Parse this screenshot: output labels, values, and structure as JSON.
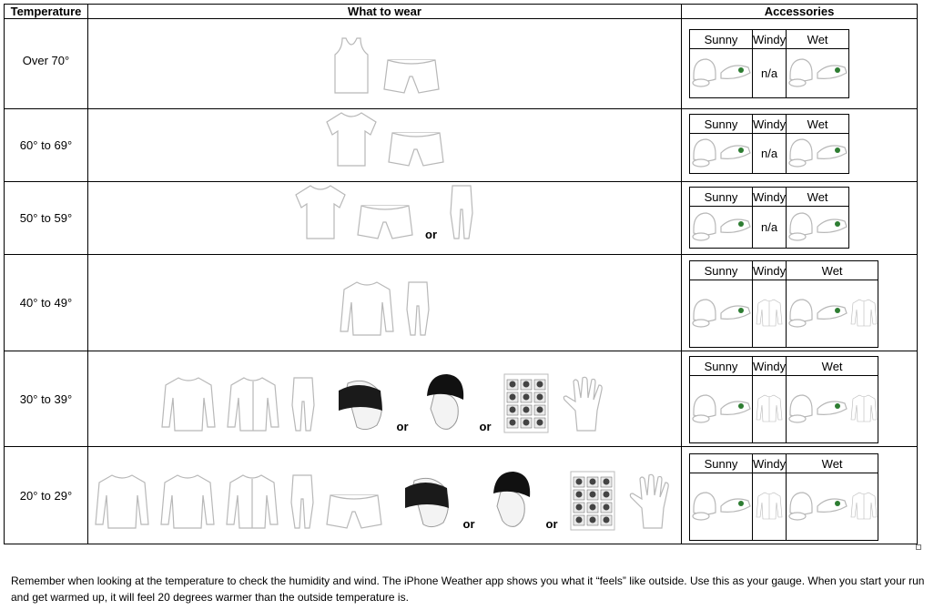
{
  "headers": {
    "temperature": "Temperature",
    "what_to_wear": "What to wear",
    "accessories": "Accessories"
  },
  "accessory_columns": [
    "Sunny",
    "Windy",
    "Wet"
  ],
  "or_label": "or",
  "na_label": "n/a",
  "rows": [
    {
      "temp": "Over 70°",
      "wear": [
        "tank-top-icon",
        "shorts-icon"
      ],
      "acc": {
        "sunny": [
          "cap-icon",
          "visor-icon"
        ],
        "windy": "n/a",
        "wet": [
          "cap-icon",
          "visor-icon"
        ]
      }
    },
    {
      "temp": "60° to 69°",
      "wear": [
        "tshirt-icon",
        "shorts-icon"
      ],
      "acc": {
        "sunny": [
          "cap-icon",
          "visor-icon"
        ],
        "windy": "n/a",
        "wet": [
          "cap-icon",
          "visor-icon"
        ]
      }
    },
    {
      "temp": "50° to 59°",
      "wear": [
        "tshirt-icon",
        "shorts-icon",
        "or",
        "tights-icon"
      ],
      "acc": {
        "sunny": [
          "cap-icon",
          "visor-icon"
        ],
        "windy": "n/a",
        "wet": [
          "cap-icon",
          "visor-icon"
        ]
      }
    },
    {
      "temp": "40° to 49°",
      "wear": [
        "long-sleeve-icon",
        "tights-icon"
      ],
      "acc": {
        "sunny": [
          "cap-icon",
          "visor-icon"
        ],
        "windy": [
          "jacket-icon"
        ],
        "wet": [
          "cap-icon",
          "visor-icon",
          "jacket-icon"
        ]
      }
    },
    {
      "temp": "30° to 39°",
      "wear": [
        "long-sleeve-icon",
        "jacket-icon",
        "tights-icon",
        "headband-icon",
        "or",
        "beanie-icon",
        "or",
        "buff-chart-icon",
        "glove-icon"
      ],
      "acc": {
        "sunny": [
          "cap-icon",
          "visor-icon"
        ],
        "windy": [
          "jacket-icon"
        ],
        "wet": [
          "cap-icon",
          "visor-icon",
          "jacket-icon"
        ]
      }
    },
    {
      "temp": "20° to 29°",
      "wear": [
        "long-sleeve-icon",
        "long-sleeve-icon",
        "jacket-icon",
        "tights-icon",
        "shorts-icon",
        "headband-icon",
        "or",
        "beanie-icon",
        "or",
        "buff-chart-icon",
        "glove-icon"
      ],
      "acc": {
        "sunny": [
          "cap-icon",
          "visor-icon"
        ],
        "windy": [
          "jacket-icon"
        ],
        "wet": [
          "cap-icon",
          "visor-icon",
          "jacket-icon"
        ]
      }
    }
  ],
  "footnote": "Remember when looking at the temperature to check the humidity and wind. The iPhone Weather app shows you what it “feels” like outside. Use this as your gauge. When you start your run and get warmed up, it will feel 20 degrees warmer than the outside temperature is."
}
